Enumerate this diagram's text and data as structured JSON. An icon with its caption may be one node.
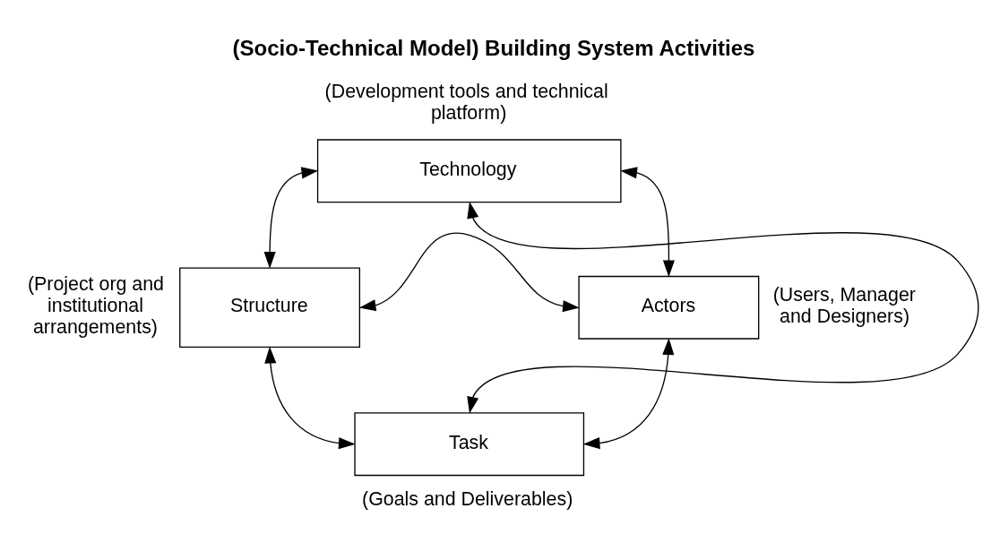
{
  "diagram": {
    "title": "(Socio-Technical Model) Building System Activities",
    "nodes": [
      {
        "text": [
          "Technology"
        ],
        "beside": [
          "(Development tools and technical platform)"
        ]
      },
      {
        "text": [
          "Structure"
        ],
        "beside": [
          "(Project org and institutional arrangements)"
        ]
      },
      {
        "text": [
          "Actors"
        ],
        "beside": [
          "(Users, Manager and Designers)"
        ]
      },
      {
        "text": [
          "Task"
        ],
        "beside": [
          "(Goals and Deliverables)"
        ]
      }
    ],
    "edges": [
      {
        "from": 0,
        "to": 1,
        "arrow": "both"
      },
      {
        "from": 0,
        "to": 2,
        "arrow": "both"
      },
      {
        "from": 0,
        "to": 3,
        "arrow": "both"
      },
      {
        "from": 1,
        "to": 2,
        "arrow": "both"
      },
      {
        "from": 1,
        "to": 3,
        "arrow": "both"
      },
      {
        "from": 3,
        "to": 2,
        "arrow": "both"
      }
    ]
  }
}
